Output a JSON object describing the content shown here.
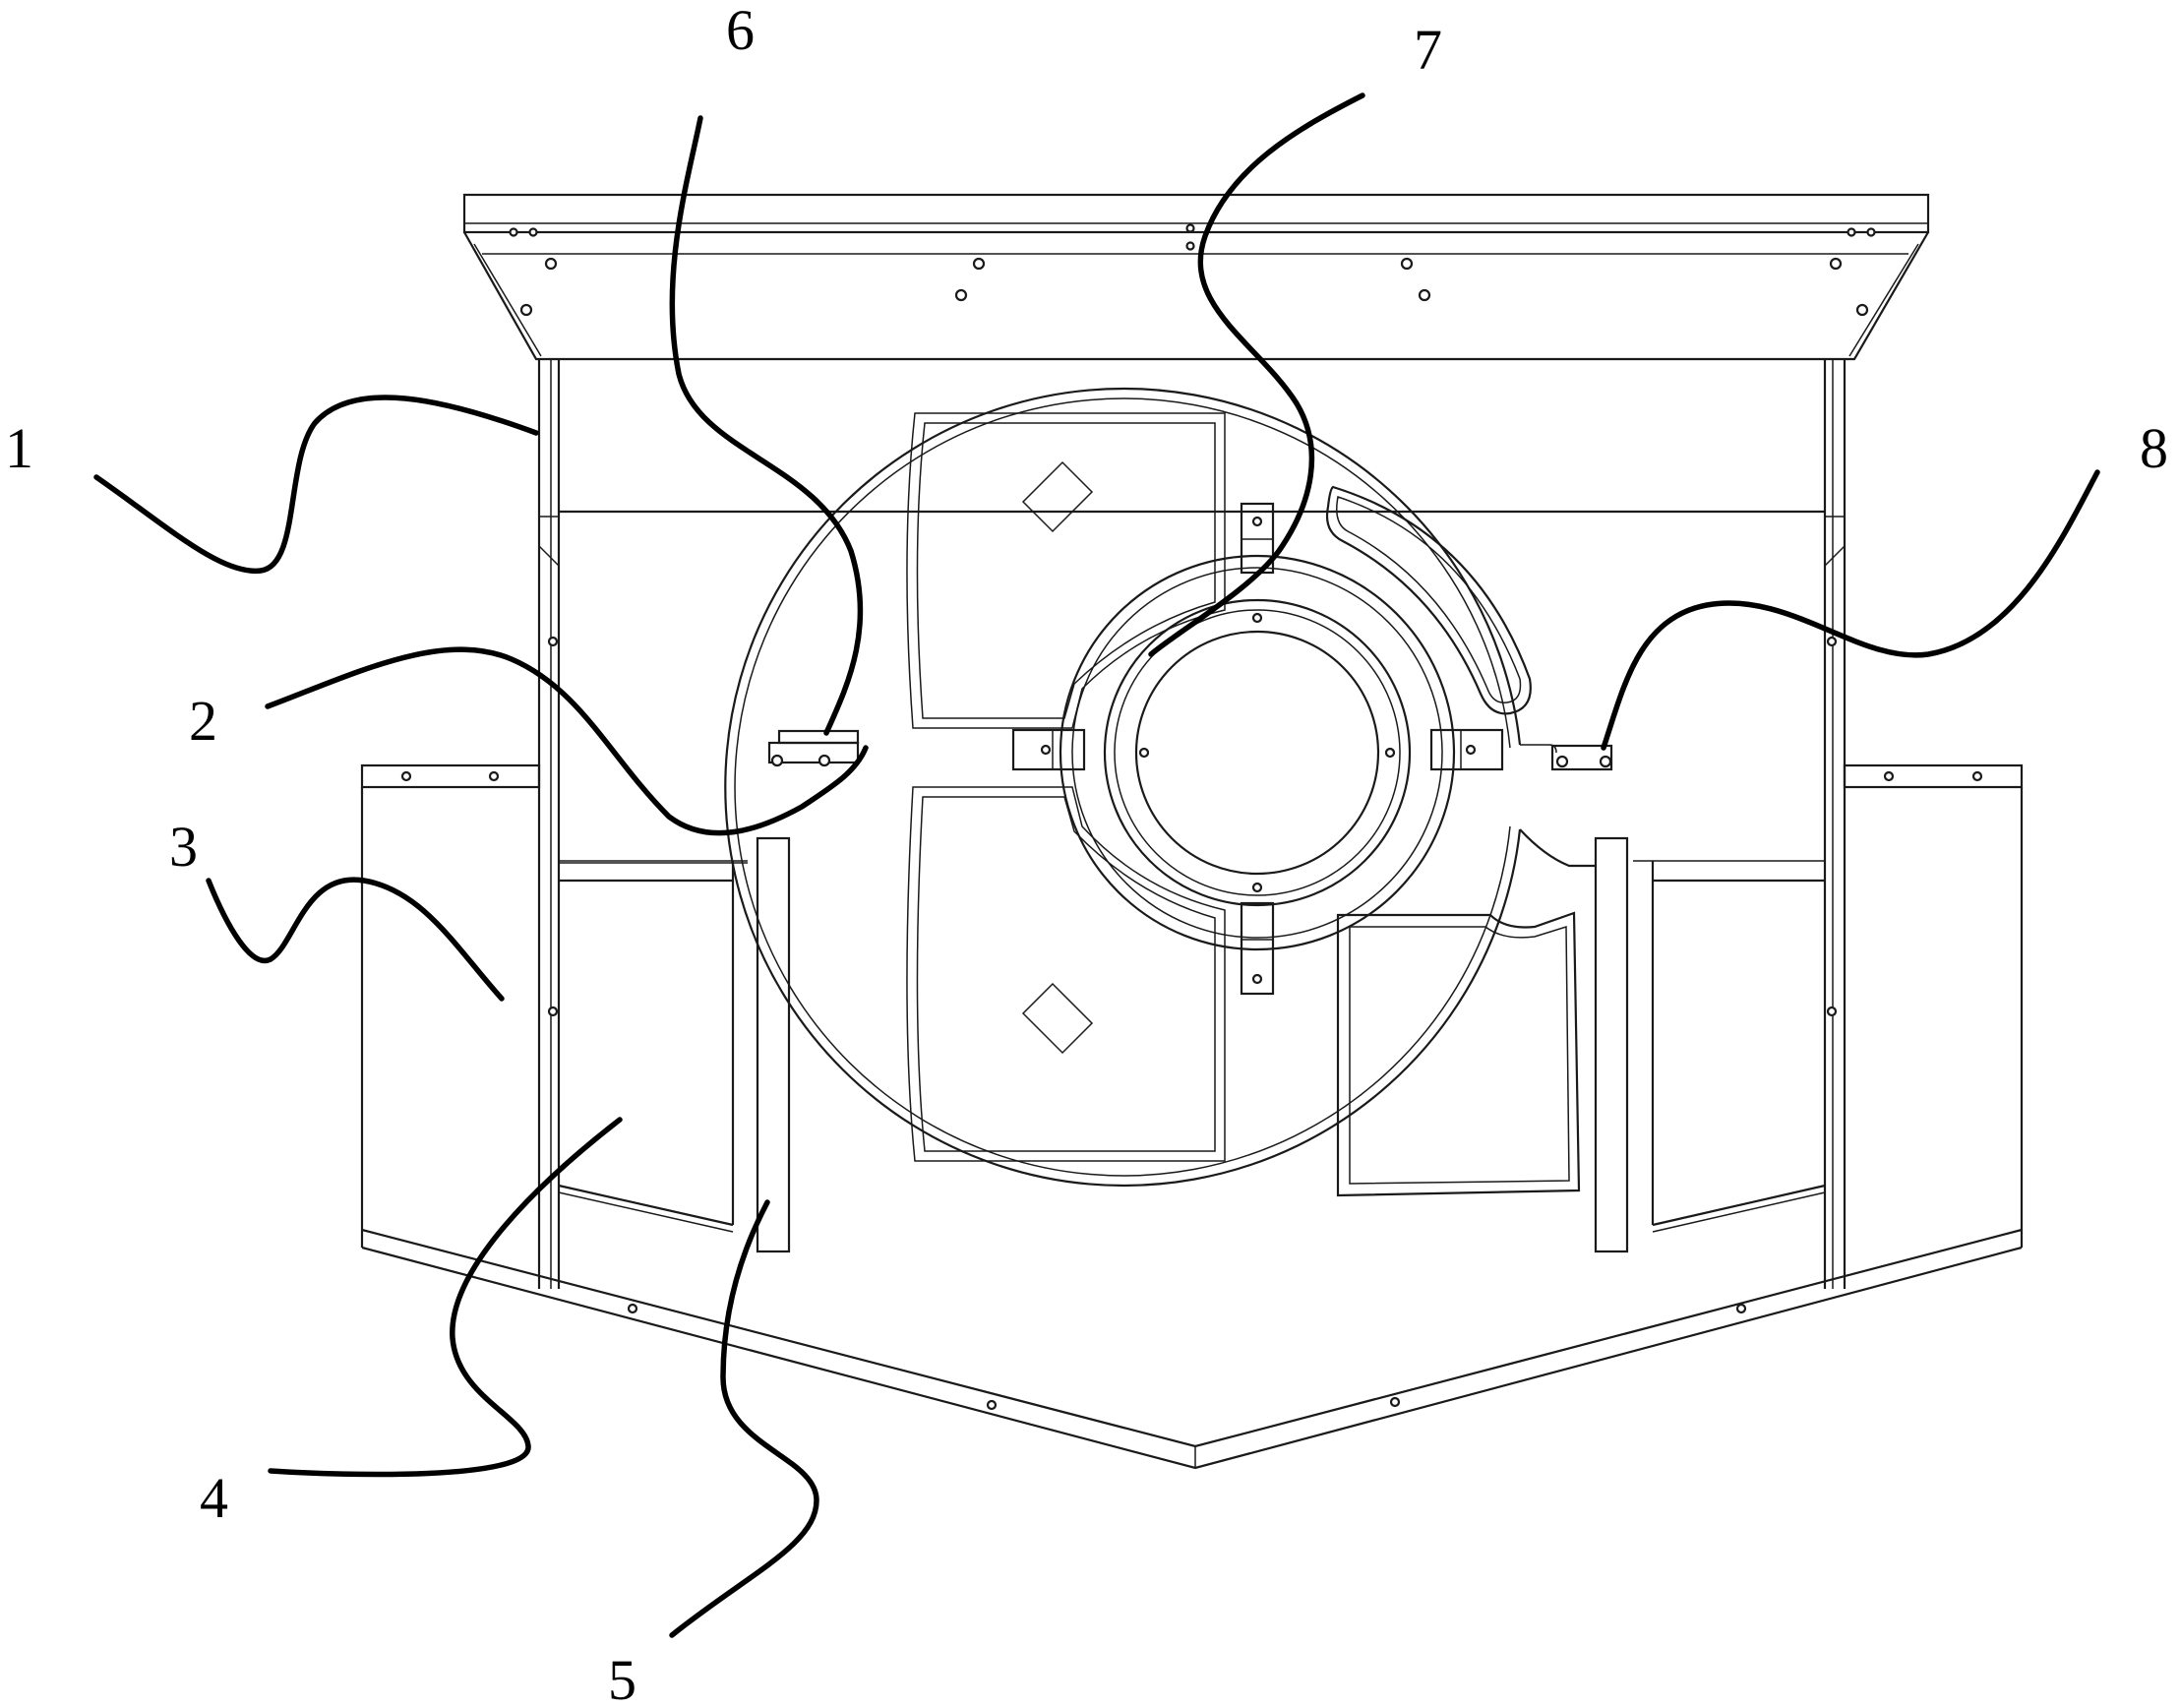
{
  "figure": {
    "callouts": [
      {
        "id": "callout-1",
        "text": "1"
      },
      {
        "id": "callout-2",
        "text": "2"
      },
      {
        "id": "callout-3",
        "text": "3"
      },
      {
        "id": "callout-4",
        "text": "4"
      },
      {
        "id": "callout-5",
        "text": "5"
      },
      {
        "id": "callout-6",
        "text": "6"
      },
      {
        "id": "callout-7",
        "text": "7"
      },
      {
        "id": "callout-8",
        "text": "8"
      }
    ]
  }
}
